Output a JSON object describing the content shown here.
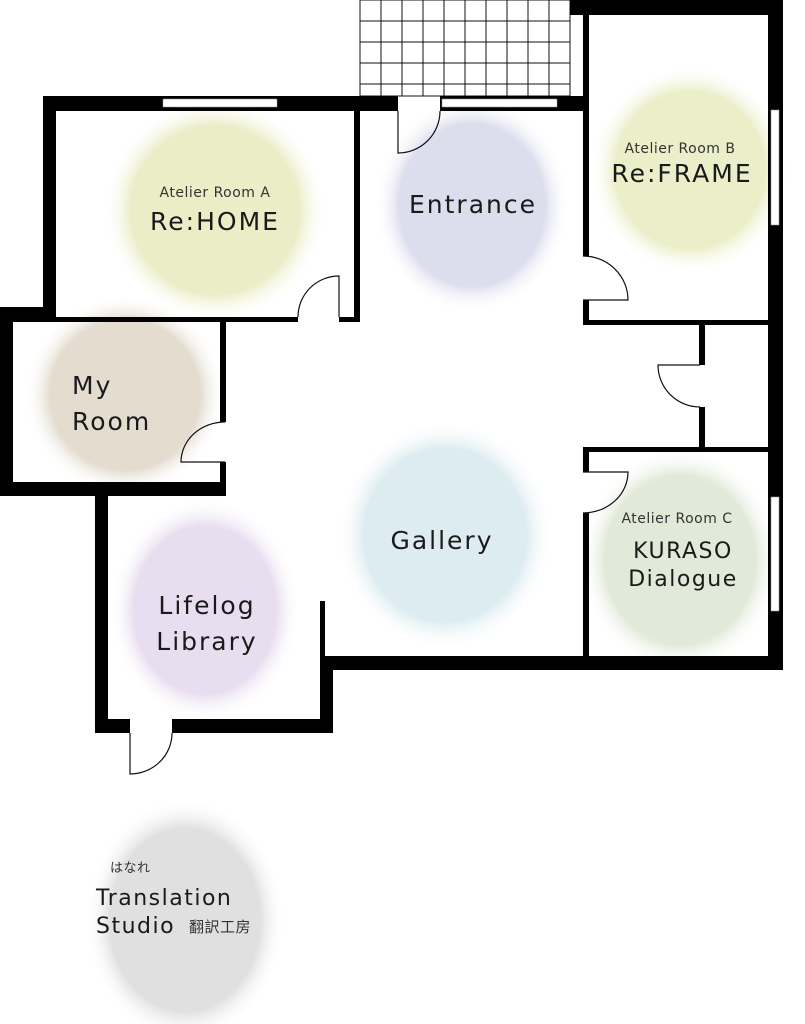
{
  "rooms": {
    "atelier_a": {
      "subtitle": "Atelier Room A",
      "title": "Re:HOME",
      "color": "#eaedc6"
    },
    "entrance": {
      "title": "Entrance",
      "color": "#dcdded"
    },
    "atelier_b": {
      "subtitle": "Atelier Room B",
      "title": "Re:FRAME",
      "color": "#ebefc9"
    },
    "my_room": {
      "title_line1": "My",
      "title_line2": "Room",
      "color": "#e3dccf"
    },
    "gallery": {
      "title": "Gallery",
      "color": "#dcecf0"
    },
    "lifelog": {
      "title_line1": "Lifelog",
      "title_line2": "Library",
      "color": "#e9def0"
    },
    "atelier_c": {
      "subtitle": "Atelier Room C",
      "title_line1": "KURASO",
      "title_line2": "Dialogue",
      "color": "#e1e9d8"
    },
    "translation": {
      "ruby": "はなれ",
      "title_line1": "Translation",
      "title_line2": "Studio",
      "title_jp": "翻訳工房",
      "color": "#e0e0e0"
    }
  }
}
